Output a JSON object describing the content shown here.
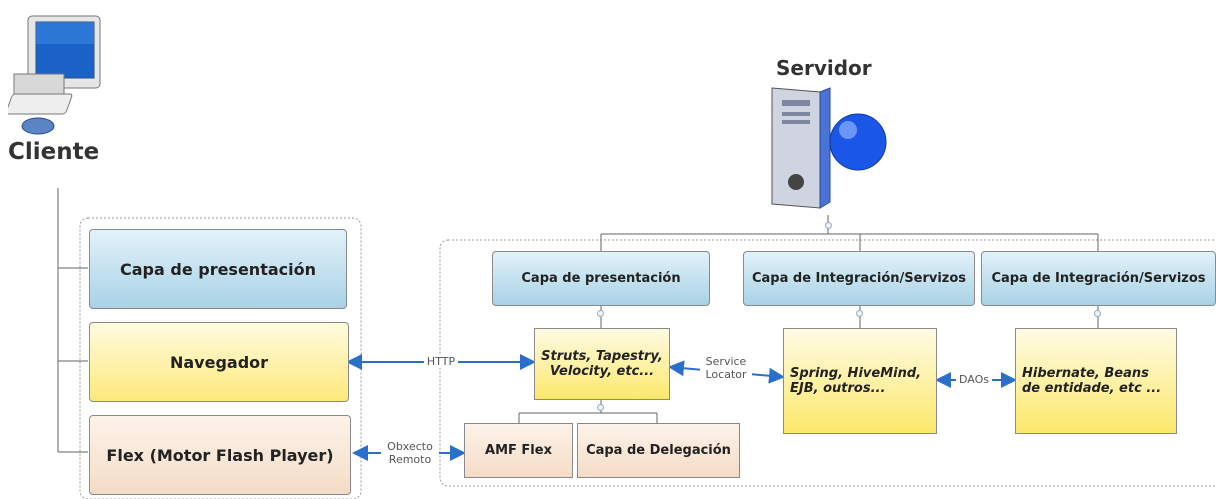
{
  "client": {
    "title": "Cliente",
    "icon": "computer-icon",
    "layers": {
      "presentation": "Capa de presentación",
      "browser": "Navegador",
      "flex": "Flex (Motor Flash Player)"
    }
  },
  "server": {
    "title": "Servidor",
    "icon": "server-icon",
    "layers": {
      "presentation": "Capa de presentación",
      "integration1": "Capa de Integración/Servizos",
      "integration2": "Capa de Integración/Servizos"
    },
    "components": {
      "struts": "Struts, Tapestry, Velocity, etc...",
      "spring": "Spring, HiveMind, EJB, outros...",
      "hibernate": "Hibernate, Beans de entidade, etc ...",
      "amf": "AMF Flex",
      "delegation": "Capa de Delegación"
    }
  },
  "connections": {
    "http": "HTTP",
    "remote_object": "Obxecto\nRemoto",
    "service_locator": "Service\nLocator",
    "daos": "DAOs"
  },
  "colors": {
    "blue_layer": "#a9d2e6",
    "yellow_layer": "#fde97a",
    "peach_layer": "#f4dcc6",
    "arrow": "#2a6fc9"
  }
}
